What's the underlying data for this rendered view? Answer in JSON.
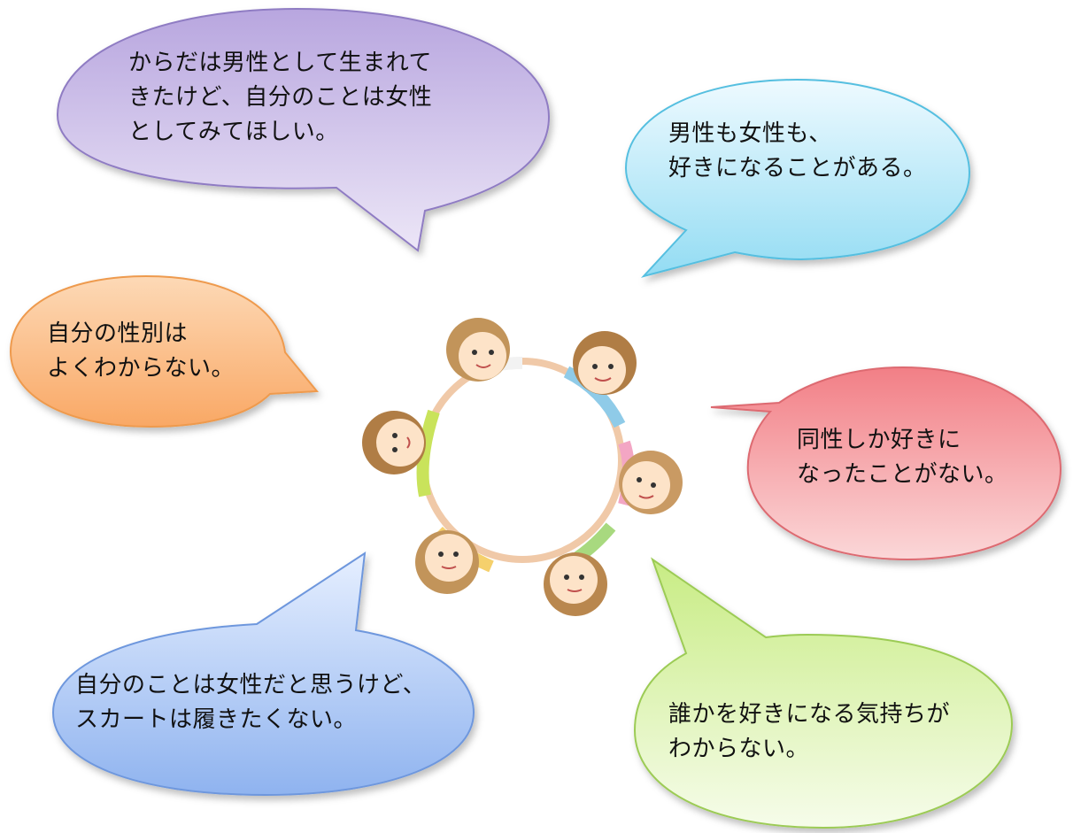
{
  "bubbles": {
    "purple": {
      "lines": [
        "からだは男性として生まれて",
        "きたけど、自分のことは女性",
        "としてみてほしい。"
      ],
      "color": "#cbbde6"
    },
    "cyan": {
      "lines": [
        "男性も女性も、",
        "好きになることがある。"
      ],
      "color": "#a8e3f5"
    },
    "orange": {
      "lines": [
        "自分の性別は",
        "よくわからない。"
      ],
      "color": "#fbbf8b"
    },
    "red": {
      "lines": [
        "同性しか好きに",
        "なったことがない。"
      ],
      "color": "#f6a3a6"
    },
    "blue": {
      "lines": [
        "自分のことは女性だと思うけど、",
        "スカートは履きたくない。"
      ],
      "color": "#a9c6f3"
    },
    "green": {
      "lines": [
        "誰かを好きになる気持ちが",
        "わからない。"
      ],
      "color": "#d8f2a2"
    }
  },
  "illustration": {
    "description_icon": "children-holding-hands-circle-icon",
    "child_count": 6
  }
}
